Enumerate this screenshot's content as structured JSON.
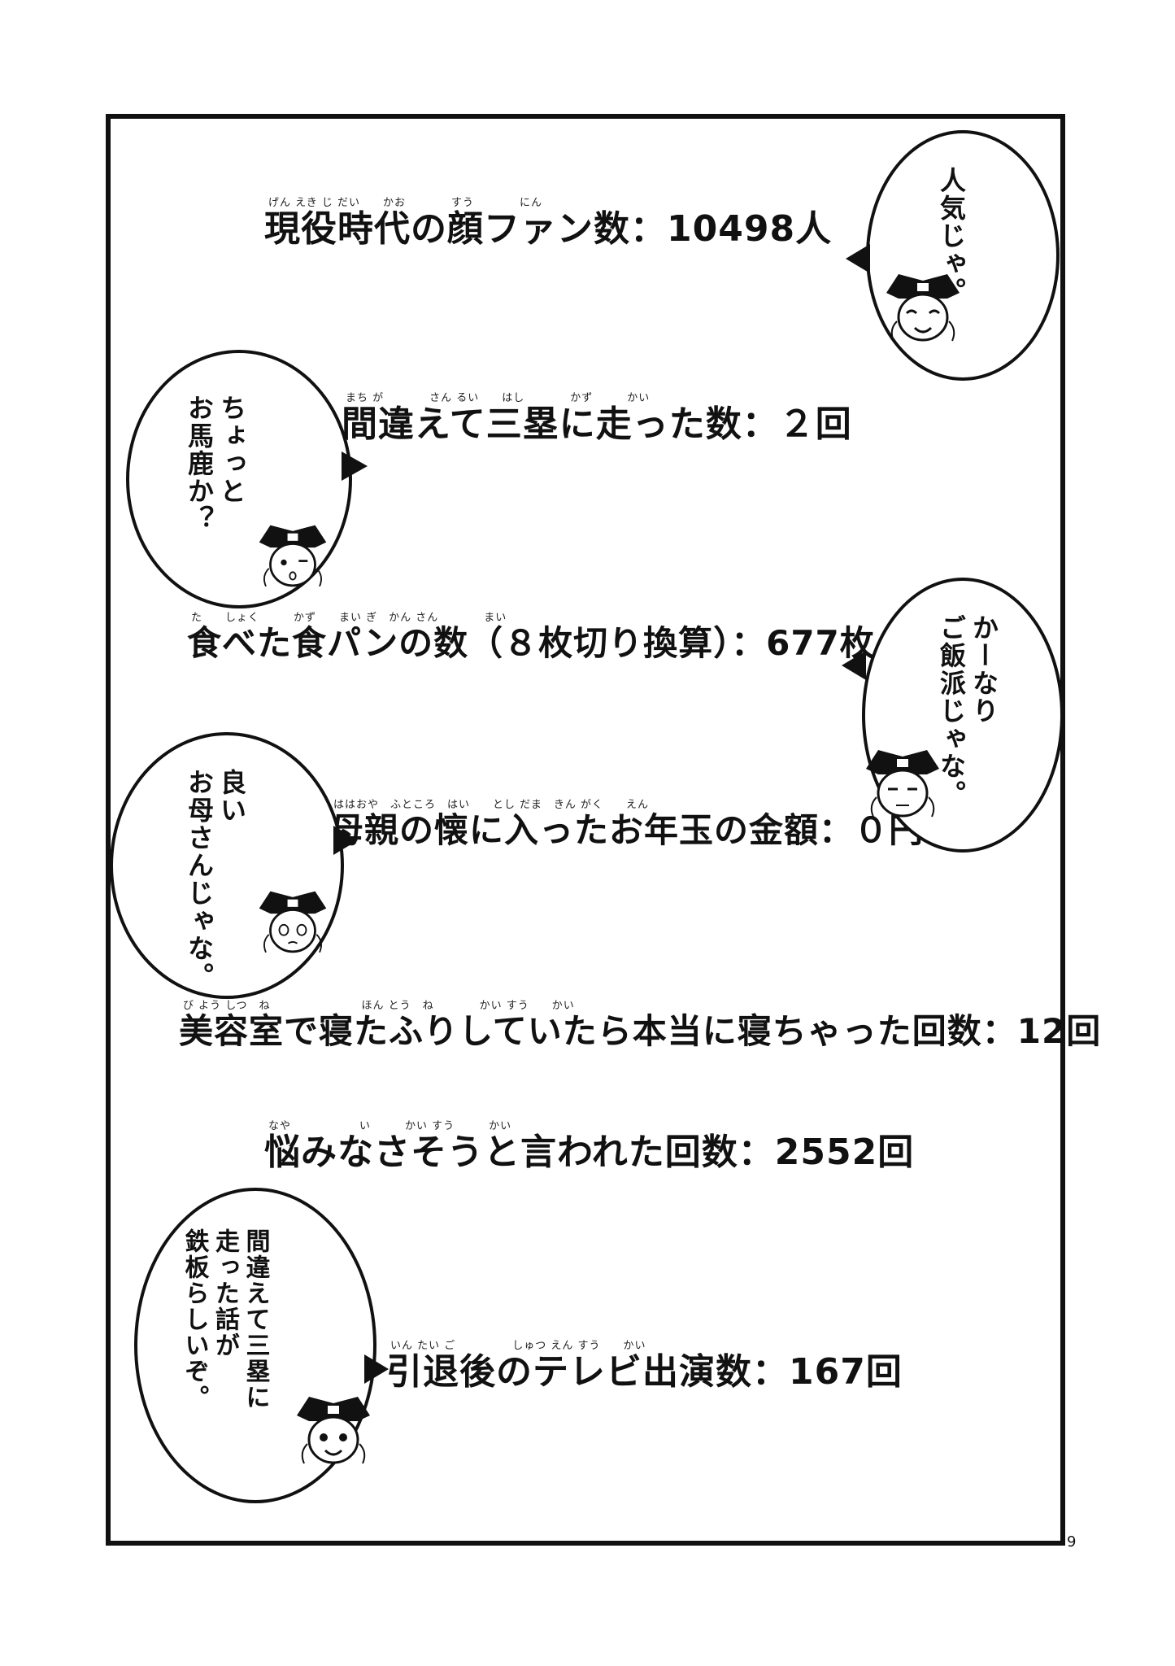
{
  "page_number": "9",
  "stats": [
    {
      "text": "現役時代の顔ファン数：10498人",
      "ruby": "げん えき じ だい　　かお　　　　すう　　　　にん"
    },
    {
      "text": "間違えて三塁に走った数：２回",
      "ruby": "まち が　　　　さん るい　　はし　　　　かず　　　かい"
    },
    {
      "text": "食べた食パンの数（８枚切り換算）：677枚",
      "ruby": "た　　しょく　　　かず　　まい ぎ　かん さん　　　　まい"
    },
    {
      "text": "母親の懐に入ったお年玉の金額：０円",
      "ruby": "ははおや　ふところ　はい　　とし だま　きん がく　　えん"
    },
    {
      "text": "美容室で寝たふりしていたら本当に寝ちゃった回数：12回",
      "ruby": "び よう しつ　ね　　　　　　　　ほん とう　ね　　　　かい すう　　かい"
    },
    {
      "text": "悩みなさそうと言われた回数：2552回",
      "ruby": "なや　　　　　　い　　　かい すう　　　かい"
    },
    {
      "text": "引退後のテレビ出演数：167回",
      "ruby": "いん たい ご　　　　　しゅつ えん すう　　かい"
    }
  ],
  "bubbles": [
    {
      "lines": [
        "人気じゃ。"
      ]
    },
    {
      "lines": [
        "ちょっと",
        "お馬鹿か？"
      ]
    },
    {
      "lines": [
        "かーなり",
        "ご飯派じゃな。"
      ]
    },
    {
      "lines": [
        "良い",
        "お母さんじゃな。"
      ]
    },
    {
      "lines": [
        "間違えて三塁に",
        "走った話が",
        "鉄板らしいぞ。"
      ]
    }
  ],
  "colors": {
    "ink": "#111111",
    "paper": "#ffffff"
  },
  "icons": [
    "chibi-character-icon"
  ]
}
